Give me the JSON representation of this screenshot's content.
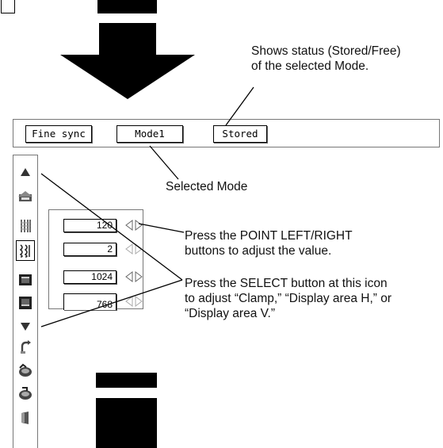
{
  "annotations": {
    "status": "Shows status (Stored/Free)\nof the selected Mode.",
    "selected_mode": "Selected Mode",
    "point_adjust": "Press the POINT LEFT/RIGHT\nbuttons to adjust the value.",
    "select_icon": "Press the SELECT button at this icon\nto adjust “Clamp,” “Display area H,” or\n“Display area V.”"
  },
  "menu_bar": {
    "fine_sync": "Fine sync",
    "mode": "Mode1",
    "status": "Stored"
  },
  "panel": {
    "values": [
      "120",
      "2",
      "1024",
      "768"
    ]
  },
  "sidebar": {
    "icons": [
      "up-arrow-icon",
      "auto-pc-adjust-icon",
      "fine-sync-icon",
      "total-dots-icon",
      "horizontal-icon",
      "vertical-icon",
      "down-arrow-icon",
      "reset-icon",
      "mode-free-icon",
      "store-icon",
      "exit-icon"
    ],
    "selected_index": 3
  },
  "colors": {
    "ink": "#000000",
    "frame": "#777777",
    "background": "#ffffff"
  }
}
